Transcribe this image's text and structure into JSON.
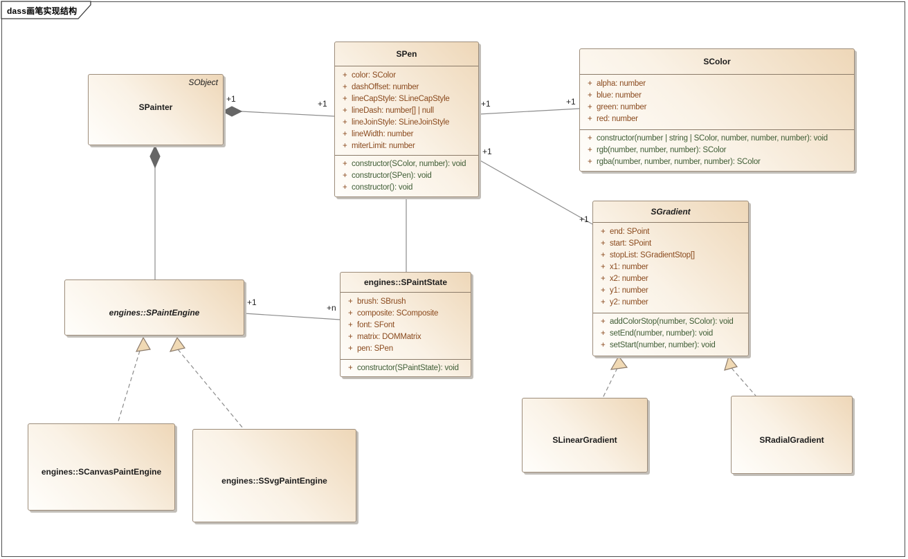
{
  "frame": {
    "tab_label": "dass画笔实现结构"
  },
  "uml": {
    "vis": "+"
  },
  "classes": {
    "spainter": {
      "name": "SPainter",
      "annotation": "SObject"
    },
    "spen": {
      "name": "SPen",
      "attrs": [
        "color: SColor",
        "dashOffset: number",
        "lineCapStyle: SLineCapStyle",
        "lineDash: number[] | null",
        "lineJoinStyle: SLineJoinStyle",
        "lineWidth: number",
        "miterLimit: number"
      ],
      "methods": [
        "constructor(SColor, number): void",
        "constructor(SPen): void",
        "constructor(): void"
      ]
    },
    "scolor": {
      "name": "SColor",
      "attrs": [
        "alpha: number",
        "blue: number",
        "green: number",
        "red: number"
      ],
      "methods": [
        "constructor(number | string | SColor, number, number, number): void",
        "rgb(number, number, number): SColor",
        "rgba(number, number, number, number): SColor"
      ]
    },
    "sgradient": {
      "name": "SGradient",
      "attrs": [
        "end: SPoint",
        "start: SPoint",
        "stopList: SGradientStop[]",
        "x1: number",
        "x2: number",
        "y1: number",
        "y2: number"
      ],
      "methods": [
        "addColorStop(number, SColor): void",
        "setEnd(number, number): void",
        "setStart(number, number): void"
      ]
    },
    "spaintstate": {
      "name": "engines::SPaintState",
      "attrs": [
        "brush: SBrush",
        "composite: SComposite",
        "font: SFont",
        "matrix: DOMMatrix",
        "pen: SPen"
      ],
      "methods": [
        "constructor(SPaintState): void"
      ]
    },
    "spaintengine": {
      "name": "engines::SPaintEngine"
    },
    "scanvaspaintengine": {
      "name": "engines::SCanvasPaintEngine"
    },
    "ssvgpaintengine": {
      "name": "engines::SSvgPaintEngine"
    },
    "slineargradient": {
      "name": "SLinearGradient"
    },
    "sradialgradient": {
      "name": "SRadialGradient"
    }
  },
  "multiplicities": {
    "m1": "+1",
    "m2": "+1",
    "m3": "+1",
    "m4": "+1",
    "m5": "+1",
    "m6": "+1",
    "m7": "+1",
    "m8": "+n"
  },
  "colors": {
    "attribute_text": "#8a4a1e",
    "method_text": "#3e5c34",
    "box_fill_light": "#fffefb",
    "box_fill_dark": "#eed7b8",
    "box_border": "#9c8c7a",
    "connector_line": "#8c8c8c",
    "composition_diamond": "#666666",
    "generalization_triangle_fill": "#f0d9b4"
  }
}
